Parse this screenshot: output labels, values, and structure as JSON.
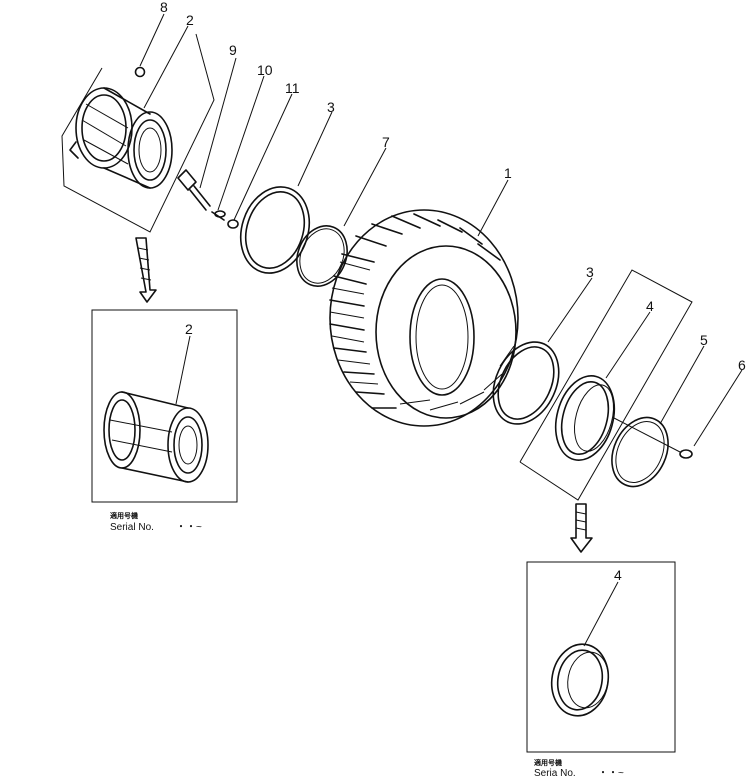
{
  "callouts": {
    "c1": "1",
    "c2_top": "2",
    "c3_top": "3",
    "c3_right": "3",
    "c4_main": "4",
    "c5": "5",
    "c6": "6",
    "c7": "7",
    "c8": "8",
    "c9": "9",
    "c10": "10",
    "c11": "11",
    "c2_inset": "2",
    "c4_inset": "4"
  },
  "notes": {
    "left_jp": "適用号機",
    "left_serial": "Serial No.",
    "left_dots": "・・~",
    "right_jp": "適用号機",
    "right_serial": "Seria  No.",
    "right_dots": "・・~"
  }
}
